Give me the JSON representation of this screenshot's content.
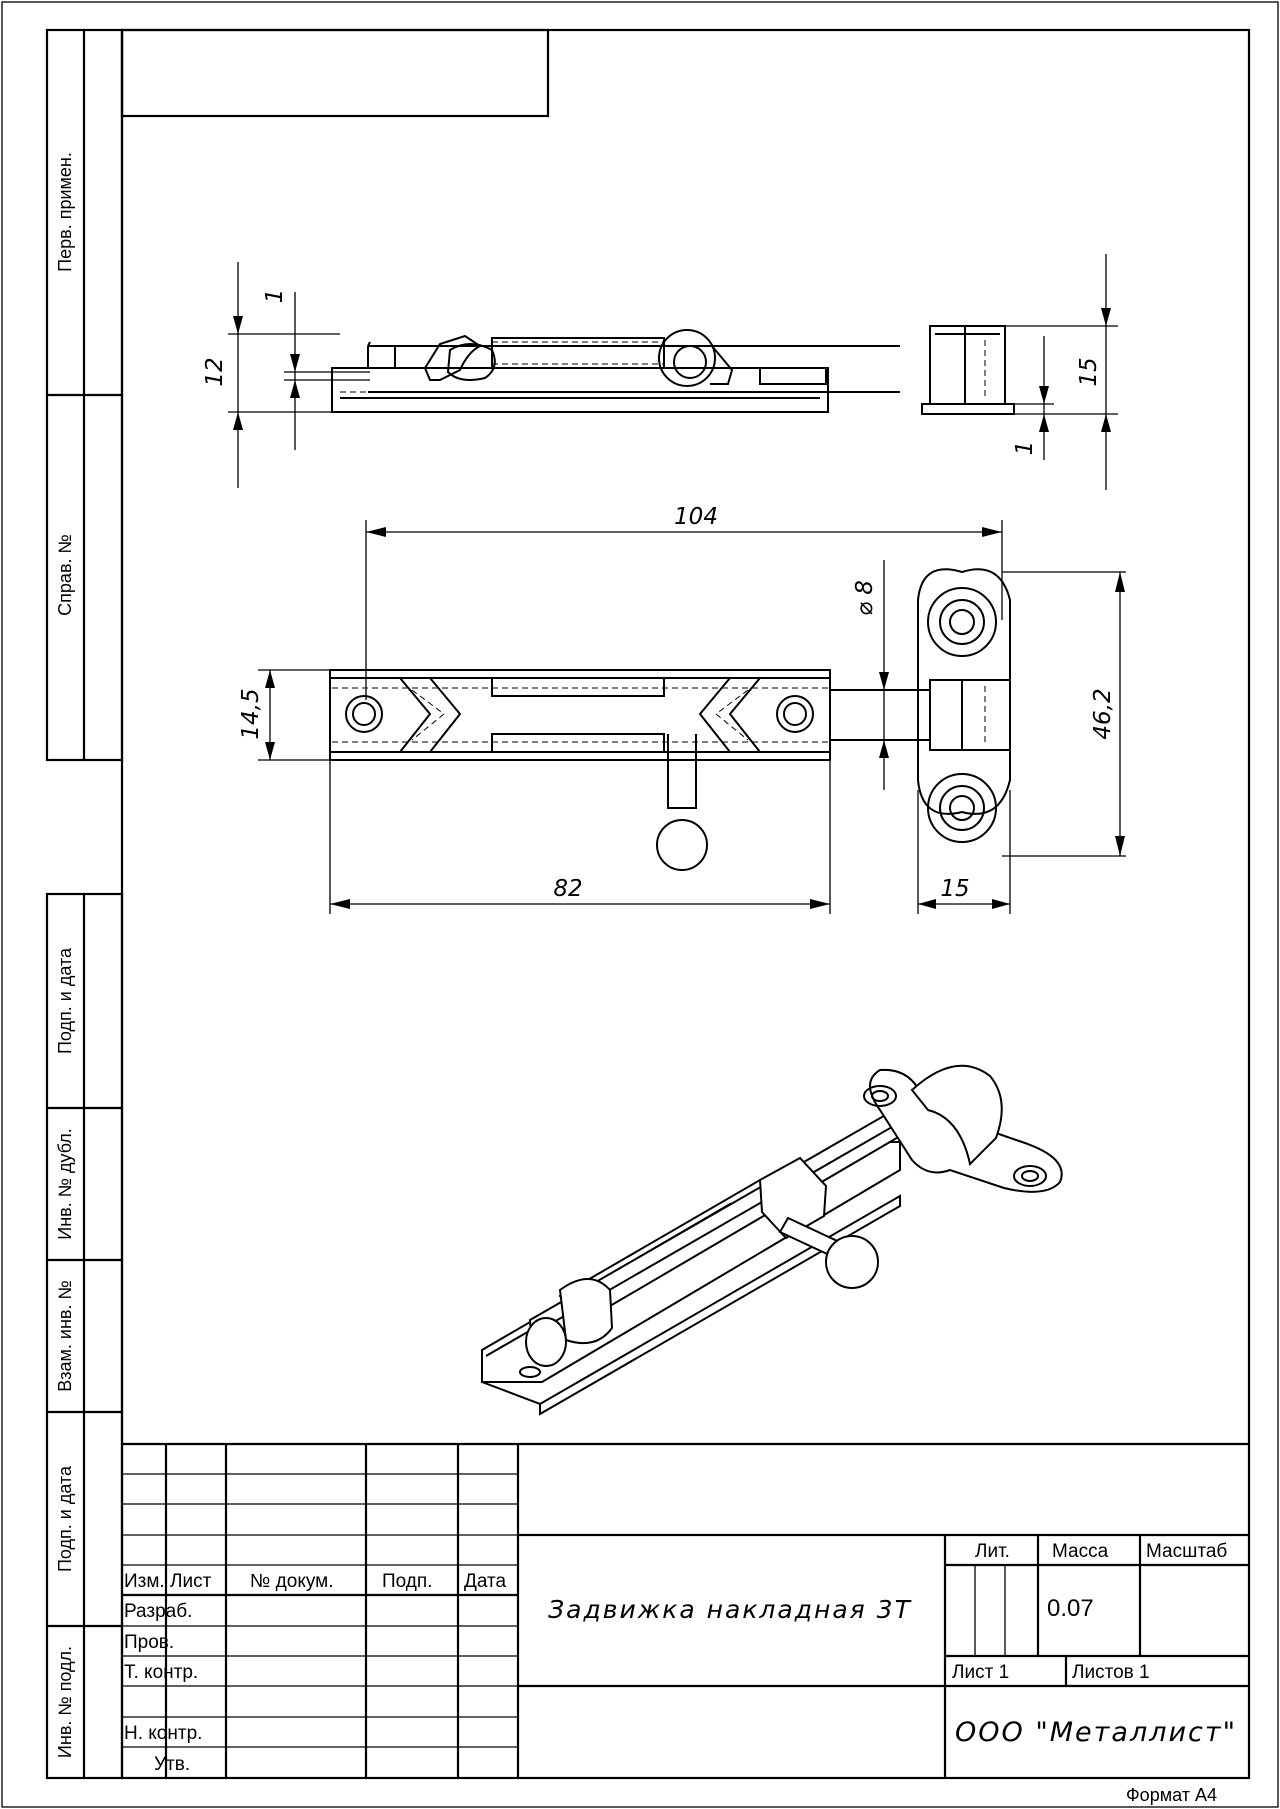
{
  "side_labels": {
    "perv_primen": "Перв. примен.",
    "sprav_no": "Справ. №",
    "podp_data_1": "Подп. и дата",
    "inv_dubl": "Инв. № дубл.",
    "vzam_inv": "Взам. инв. №",
    "podp_data_2": "Подп. и дата",
    "inv_podl": "Инв. № подл."
  },
  "dimensions": {
    "side_12": "12",
    "side_1_top": "1",
    "side_15": "15",
    "side_1_bottom": "1",
    "top_104": "104",
    "top_dia": "⌀ 8",
    "top_14_5": "14,5",
    "top_46_2": "46,2",
    "top_82": "82",
    "top_15": "15"
  },
  "title_block": {
    "headers": {
      "izm": "Изм.",
      "list": "Лист",
      "no_dokum": "№ докум.",
      "podp": "Подп.",
      "data": "Дата"
    },
    "rows": {
      "razrab": "Разраб.",
      "prov": "Пров.",
      "t_kontr": "Т. контр.",
      "n_kontr": "Н. контр.",
      "utv": "Утв."
    },
    "lit": "Лит.",
    "massa": "Масса",
    "masshtab": "Масштаб",
    "mass_value": "0.07",
    "sheet": "Лист 1",
    "sheets": "Листов 1",
    "designation": "Задвижка накладная 3Т",
    "organization": "ООО \"Металлист\"",
    "format": "Формат А4"
  }
}
